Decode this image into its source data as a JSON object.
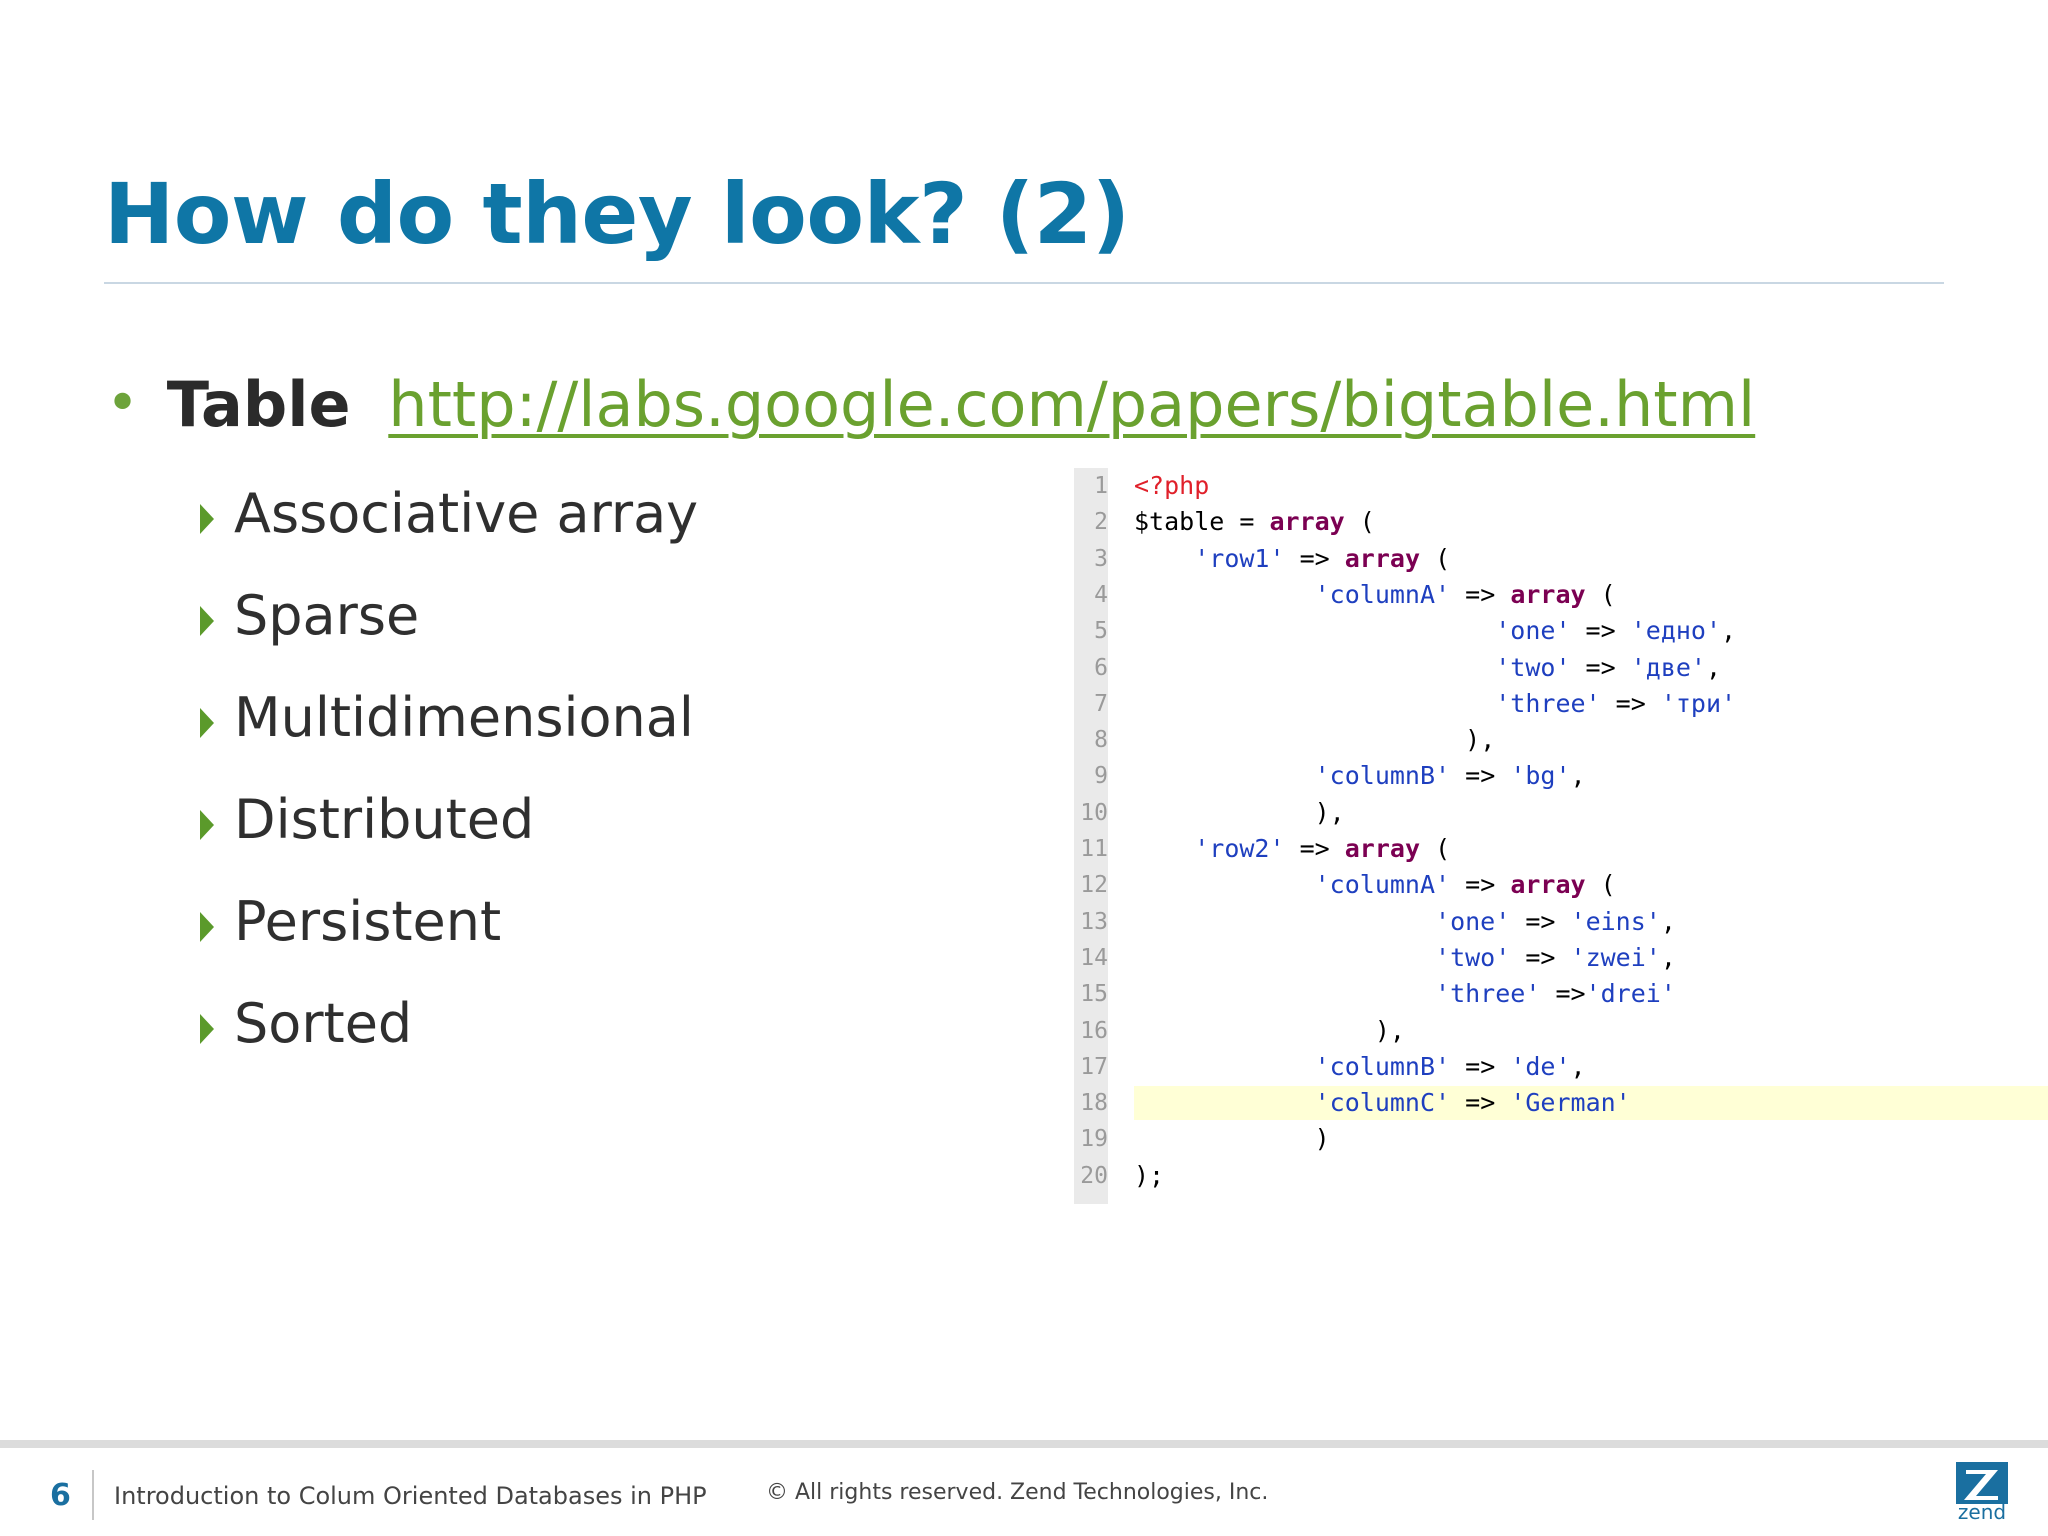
{
  "slide": {
    "title": "How do they look? (2)",
    "bullet": {
      "symbol": "•",
      "label": "Table",
      "link": "http://labs.google.com/papers/bigtable.html"
    },
    "sub_items": [
      "Associative array",
      "Sparse",
      "Multidimensional",
      "Distributed",
      "Persistent",
      "Sorted"
    ]
  },
  "code": {
    "highlighted_line": 18,
    "lines": [
      {
        "n": "1",
        "indent": "",
        "tokens": [
          [
            "php",
            "<?php"
          ]
        ]
      },
      {
        "n": "2",
        "indent": "",
        "tokens": [
          [
            "var",
            "$table"
          ],
          [
            "op",
            " = "
          ],
          [
            "kw",
            "array"
          ],
          [
            "op",
            " ("
          ]
        ]
      },
      {
        "n": "3",
        "indent": "    ",
        "tokens": [
          [
            "str",
            "'row1'"
          ],
          [
            "op",
            " => "
          ],
          [
            "kw",
            "array"
          ],
          [
            "op",
            " ("
          ]
        ]
      },
      {
        "n": "4",
        "indent": "            ",
        "tokens": [
          [
            "str",
            "'columnA'"
          ],
          [
            "op",
            " => "
          ],
          [
            "kw",
            "array"
          ],
          [
            "op",
            " ("
          ]
        ]
      },
      {
        "n": "5",
        "indent": "                        ",
        "tokens": [
          [
            "str",
            "'one'"
          ],
          [
            "op",
            " => "
          ],
          [
            "str",
            "'едно'"
          ],
          [
            "op",
            ","
          ]
        ]
      },
      {
        "n": "6",
        "indent": "                        ",
        "tokens": [
          [
            "str",
            "'two'"
          ],
          [
            "op",
            " => "
          ],
          [
            "str",
            "'две'"
          ],
          [
            "op",
            ","
          ]
        ]
      },
      {
        "n": "7",
        "indent": "                        ",
        "tokens": [
          [
            "str",
            "'three'"
          ],
          [
            "op",
            " => "
          ],
          [
            "str",
            "'три'"
          ]
        ]
      },
      {
        "n": "8",
        "indent": "                      ",
        "tokens": [
          [
            "op",
            "),"
          ]
        ]
      },
      {
        "n": "9",
        "indent": "            ",
        "tokens": [
          [
            "str",
            "'columnB'"
          ],
          [
            "op",
            " => "
          ],
          [
            "str",
            "'bg'"
          ],
          [
            "op",
            ","
          ]
        ]
      },
      {
        "n": "10",
        "indent": "            ",
        "tokens": [
          [
            "op",
            "),"
          ]
        ]
      },
      {
        "n": "11",
        "indent": "    ",
        "tokens": [
          [
            "str",
            "'row2'"
          ],
          [
            "op",
            " => "
          ],
          [
            "kw",
            "array"
          ],
          [
            "op",
            " ("
          ]
        ]
      },
      {
        "n": "12",
        "indent": "            ",
        "tokens": [
          [
            "str",
            "'columnA'"
          ],
          [
            "op",
            " => "
          ],
          [
            "kw",
            "array"
          ],
          [
            "op",
            " ("
          ]
        ]
      },
      {
        "n": "13",
        "indent": "                    ",
        "tokens": [
          [
            "str",
            "'one'"
          ],
          [
            "op",
            " => "
          ],
          [
            "str",
            "'eins'"
          ],
          [
            "op",
            ","
          ]
        ]
      },
      {
        "n": "14",
        "indent": "                    ",
        "tokens": [
          [
            "str",
            "'two'"
          ],
          [
            "op",
            " => "
          ],
          [
            "str",
            "'zwei'"
          ],
          [
            "op",
            ","
          ]
        ]
      },
      {
        "n": "15",
        "indent": "                    ",
        "tokens": [
          [
            "str",
            "'three'"
          ],
          [
            "op",
            " =>"
          ],
          [
            "str",
            "'drei'"
          ]
        ]
      },
      {
        "n": "16",
        "indent": "                ",
        "tokens": [
          [
            "op",
            "),"
          ]
        ]
      },
      {
        "n": "17",
        "indent": "            ",
        "tokens": [
          [
            "str",
            "'columnB'"
          ],
          [
            "op",
            " => "
          ],
          [
            "str",
            "'de'"
          ],
          [
            "op",
            ","
          ]
        ]
      },
      {
        "n": "18",
        "indent": "            ",
        "tokens": [
          [
            "str",
            "'columnC'"
          ],
          [
            "op",
            " => "
          ],
          [
            "str",
            "'German'"
          ]
        ]
      },
      {
        "n": "19",
        "indent": "            ",
        "tokens": [
          [
            "op",
            ")"
          ]
        ]
      },
      {
        "n": "20",
        "indent": "",
        "tokens": [
          [
            "op",
            ");"
          ]
        ]
      }
    ]
  },
  "footer": {
    "page_number": "6",
    "course_title": "Introduction to Colum Oriented Databases in PHP",
    "copyright": "© All rights reserved. Zend Technologies, Inc.",
    "logo_text": "zend",
    "logo_icon": "zend-logo-icon"
  },
  "colors": {
    "title": "#0f76a6",
    "link": "#6aa12f",
    "bullet": "#6da33b",
    "keyword": "#7b0052",
    "string": "#1e3fbf",
    "php_tag": "#e0202a",
    "highlight": "#ffffd6"
  }
}
